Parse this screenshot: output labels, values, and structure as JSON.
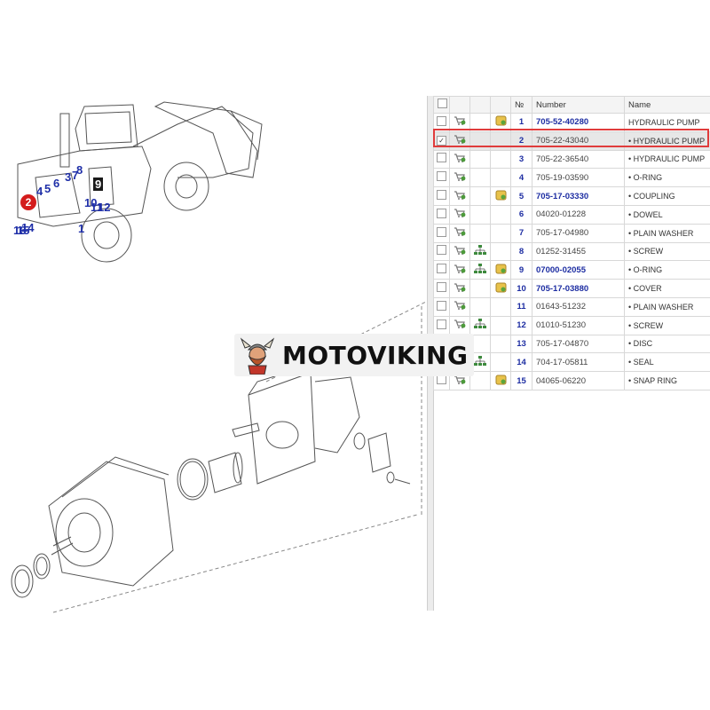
{
  "diagram": {
    "callouts": [
      {
        "label": "1"
      },
      {
        "label": "2"
      },
      {
        "label": "3"
      },
      {
        "label": "4"
      },
      {
        "label": "5"
      },
      {
        "label": "6"
      },
      {
        "label": "7"
      },
      {
        "label": "8"
      },
      {
        "label": "9"
      },
      {
        "label": "10"
      },
      {
        "label": "11"
      },
      {
        "label": "12"
      },
      {
        "label": "14"
      },
      {
        "label": "15"
      },
      {
        "label": "16"
      }
    ],
    "active_callout": "2"
  },
  "table": {
    "headers": {
      "check": "",
      "cart": "",
      "tree": "",
      "info": "",
      "no": "№",
      "number": "Number",
      "name": "Name"
    },
    "rows": [
      {
        "no": "1",
        "number": "705-52-40280",
        "name": "HYDRAULIC PUMP",
        "link": true,
        "tree": false,
        "info": true,
        "checked": false
      },
      {
        "no": "2",
        "number": "705-22-43040",
        "name": "• HYDRAULIC PUMP",
        "link": false,
        "tree": false,
        "info": false,
        "checked": true
      },
      {
        "no": "3",
        "number": "705-22-36540",
        "name": "• HYDRAULIC PUMP",
        "link": false,
        "tree": false,
        "info": false,
        "checked": false
      },
      {
        "no": "4",
        "number": "705-19-03590",
        "name": "• O-RING",
        "link": false,
        "tree": false,
        "info": false,
        "checked": false
      },
      {
        "no": "5",
        "number": "705-17-03330",
        "name": "• COUPLING",
        "link": true,
        "tree": false,
        "info": true,
        "checked": false
      },
      {
        "no": "6",
        "number": "04020-01228",
        "name": "• DOWEL",
        "link": false,
        "tree": false,
        "info": false,
        "checked": false
      },
      {
        "no": "7",
        "number": "705-17-04980",
        "name": "• PLAIN WASHER",
        "link": false,
        "tree": false,
        "info": false,
        "checked": false
      },
      {
        "no": "8",
        "number": "01252-31455",
        "name": "• SCREW",
        "link": false,
        "tree": true,
        "info": false,
        "checked": false
      },
      {
        "no": "9",
        "number": "07000-02055",
        "name": "• O-RING",
        "link": true,
        "tree": true,
        "info": true,
        "checked": false
      },
      {
        "no": "10",
        "number": "705-17-03880",
        "name": "• COVER",
        "link": true,
        "tree": false,
        "info": true,
        "checked": false
      },
      {
        "no": "11",
        "number": "01643-51232",
        "name": "• PLAIN WASHER",
        "link": false,
        "tree": false,
        "info": false,
        "checked": false
      },
      {
        "no": "12",
        "number": "01010-51230",
        "name": "• SCREW",
        "link": false,
        "tree": true,
        "info": false,
        "checked": false
      },
      {
        "no": "13",
        "number": "705-17-04870",
        "name": "• DISC",
        "link": false,
        "tree": false,
        "info": false,
        "checked": false
      },
      {
        "no": "14",
        "number": "704-17-05811",
        "name": "• SEAL",
        "link": false,
        "tree": true,
        "info": false,
        "checked": false
      },
      {
        "no": "15",
        "number": "04065-06220",
        "name": "• SNAP RING",
        "link": false,
        "tree": false,
        "info": true,
        "checked": false
      }
    ]
  },
  "watermark": {
    "text": "MOTOVIKING"
  },
  "icons": {
    "cart": "cart-add-icon",
    "tree": "tree-icon",
    "info": "info-icon",
    "check": "check-mark-icon"
  },
  "colors": {
    "link": "#1d2da2",
    "callout": "#1f2fa8",
    "selection_border": "#e03c3c",
    "active_callout": "#d41c1c"
  }
}
